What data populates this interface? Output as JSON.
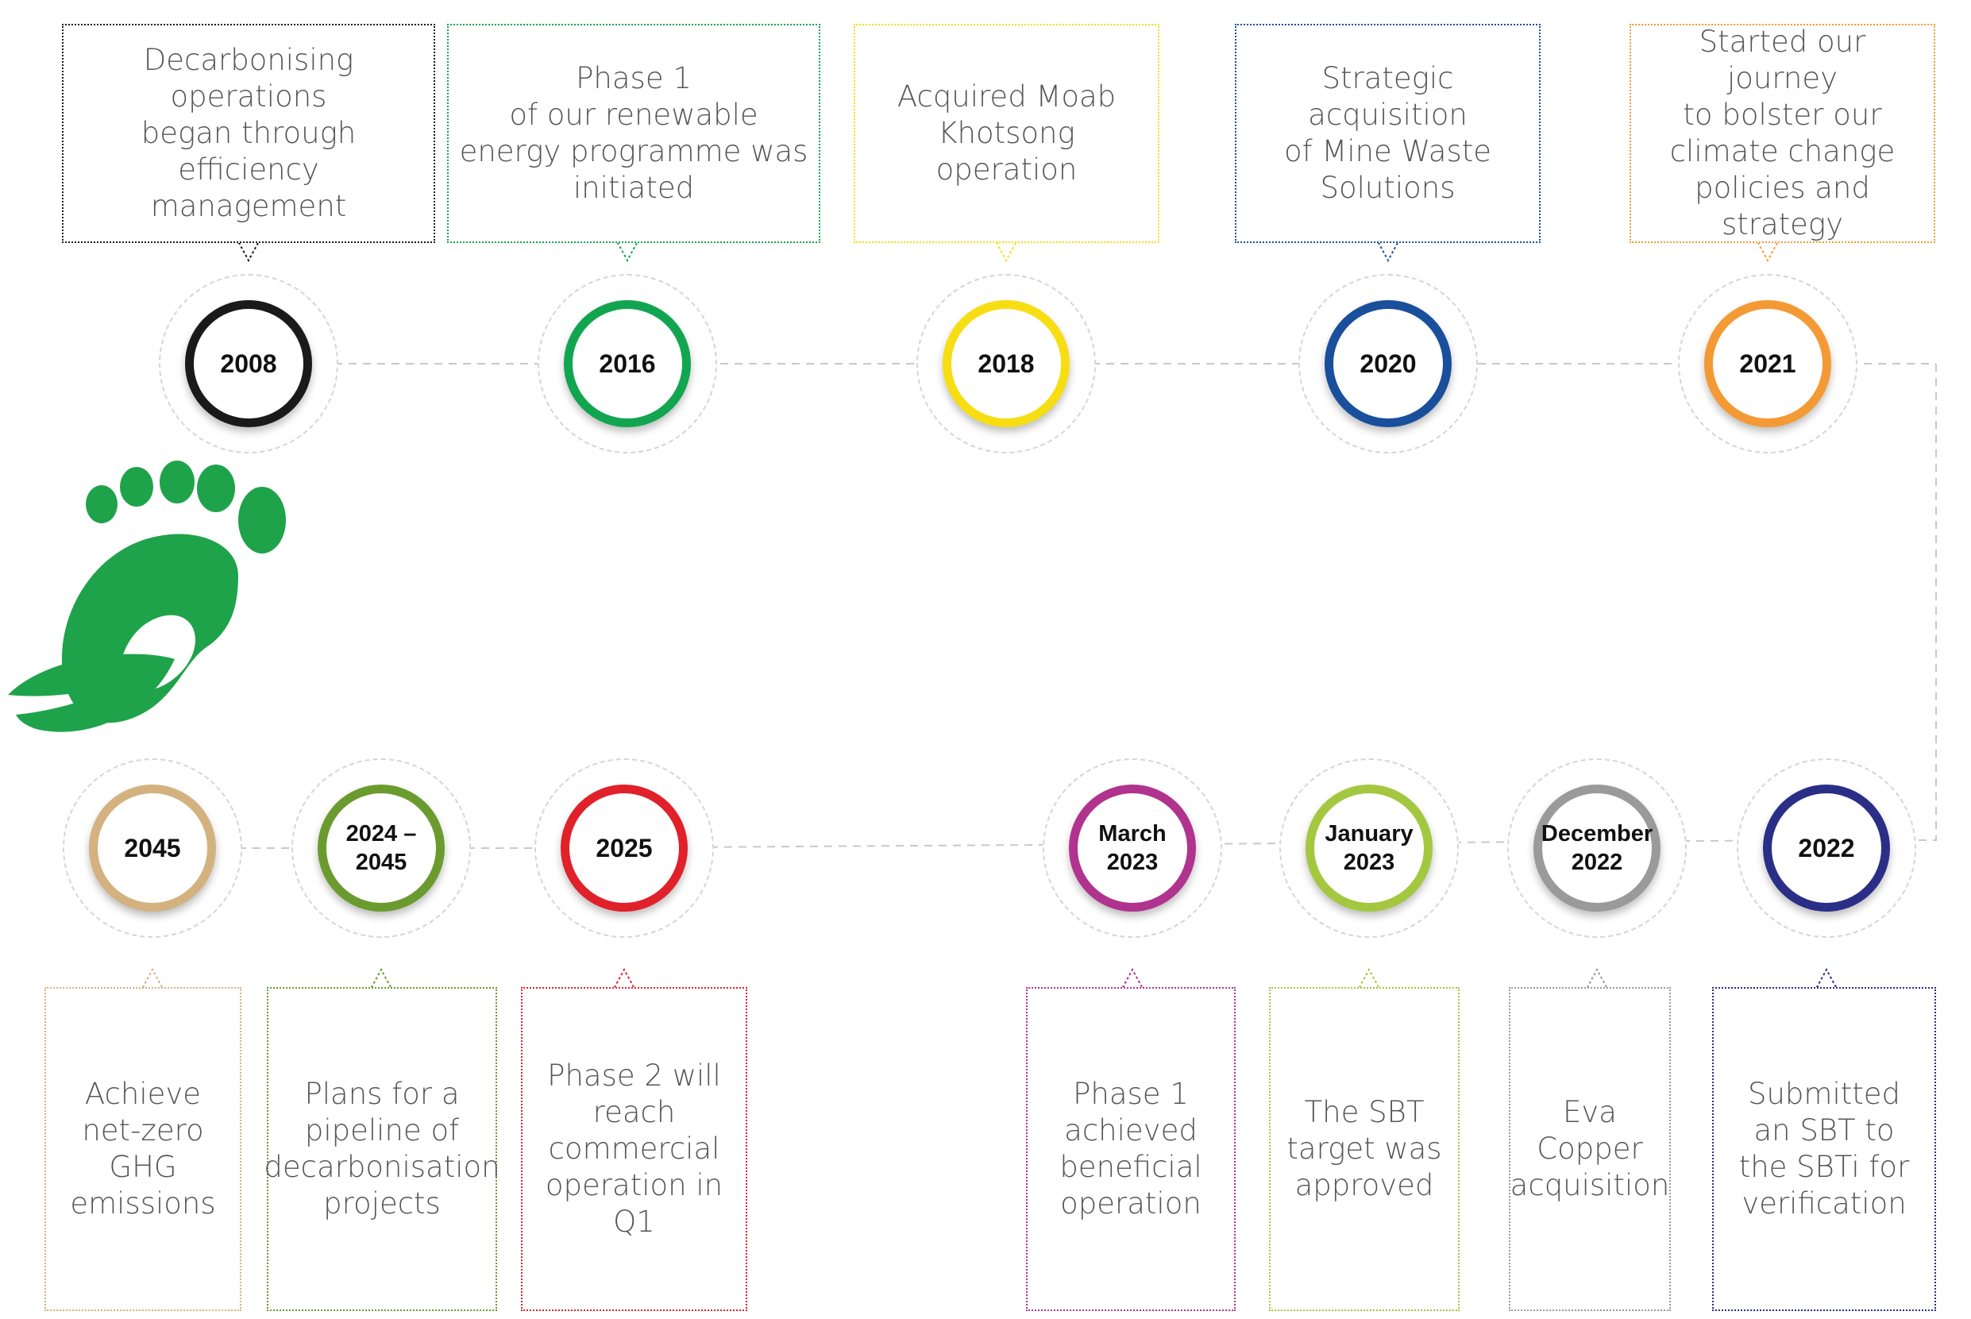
{
  "top_events": [
    {
      "year": "2008",
      "text": "Decarbonising operations\nbegan through efficiency\nmanagement",
      "color": "#1a1a1a"
    },
    {
      "year": "2016",
      "text": "Phase 1\nof our renewable\nenergy programme was\ninitiated",
      "color": "#12a550"
    },
    {
      "year": "2018",
      "text": "Acquired Moab\nKhotsong operation",
      "color": "#f7de12"
    },
    {
      "year": "2020",
      "text": "Strategic acquisition\nof Mine Waste\nSolutions",
      "color": "#1a4f9c"
    },
    {
      "year": "2021",
      "text": "Started our journey\nto bolster our\nclimate change\npolicies and\nstrategy",
      "color": "#f49a34"
    }
  ],
  "bottom_events": [
    {
      "year": "2045",
      "text": "Achieve\nnet-zero\nGHG\nemissions",
      "color": "#d4b27f"
    },
    {
      "year": "2024 –\n2045",
      "text": "Plans for a\npipeline of\ndecarbonisation\nprojects",
      "color": "#6b9b2f"
    },
    {
      "year": "2025",
      "text": "Phase 2 will\nreach\ncommercial\noperation in Q1",
      "color": "#e02129"
    },
    {
      "year": "March\n2023",
      "text": "Phase 1\nachieved\nbeneficial\noperation",
      "color": "#b0338e"
    },
    {
      "year": "January\n2023",
      "text": "The SBT\ntarget was\napproved",
      "color": "#a3c840"
    },
    {
      "year": "December\n2022",
      "text": "Eva\nCopper\nacquisition",
      "color": "#9a9a9a"
    },
    {
      "year": "2022",
      "text": "Submitted\nan SBT to\nthe SBTi for\nverification",
      "color": "#2b2e86"
    }
  ],
  "colors": {
    "leaf_green": "#1fa34a",
    "connector": "#c8c8c8"
  },
  "icons": {
    "footprint": "footprint-leaf-icon"
  }
}
